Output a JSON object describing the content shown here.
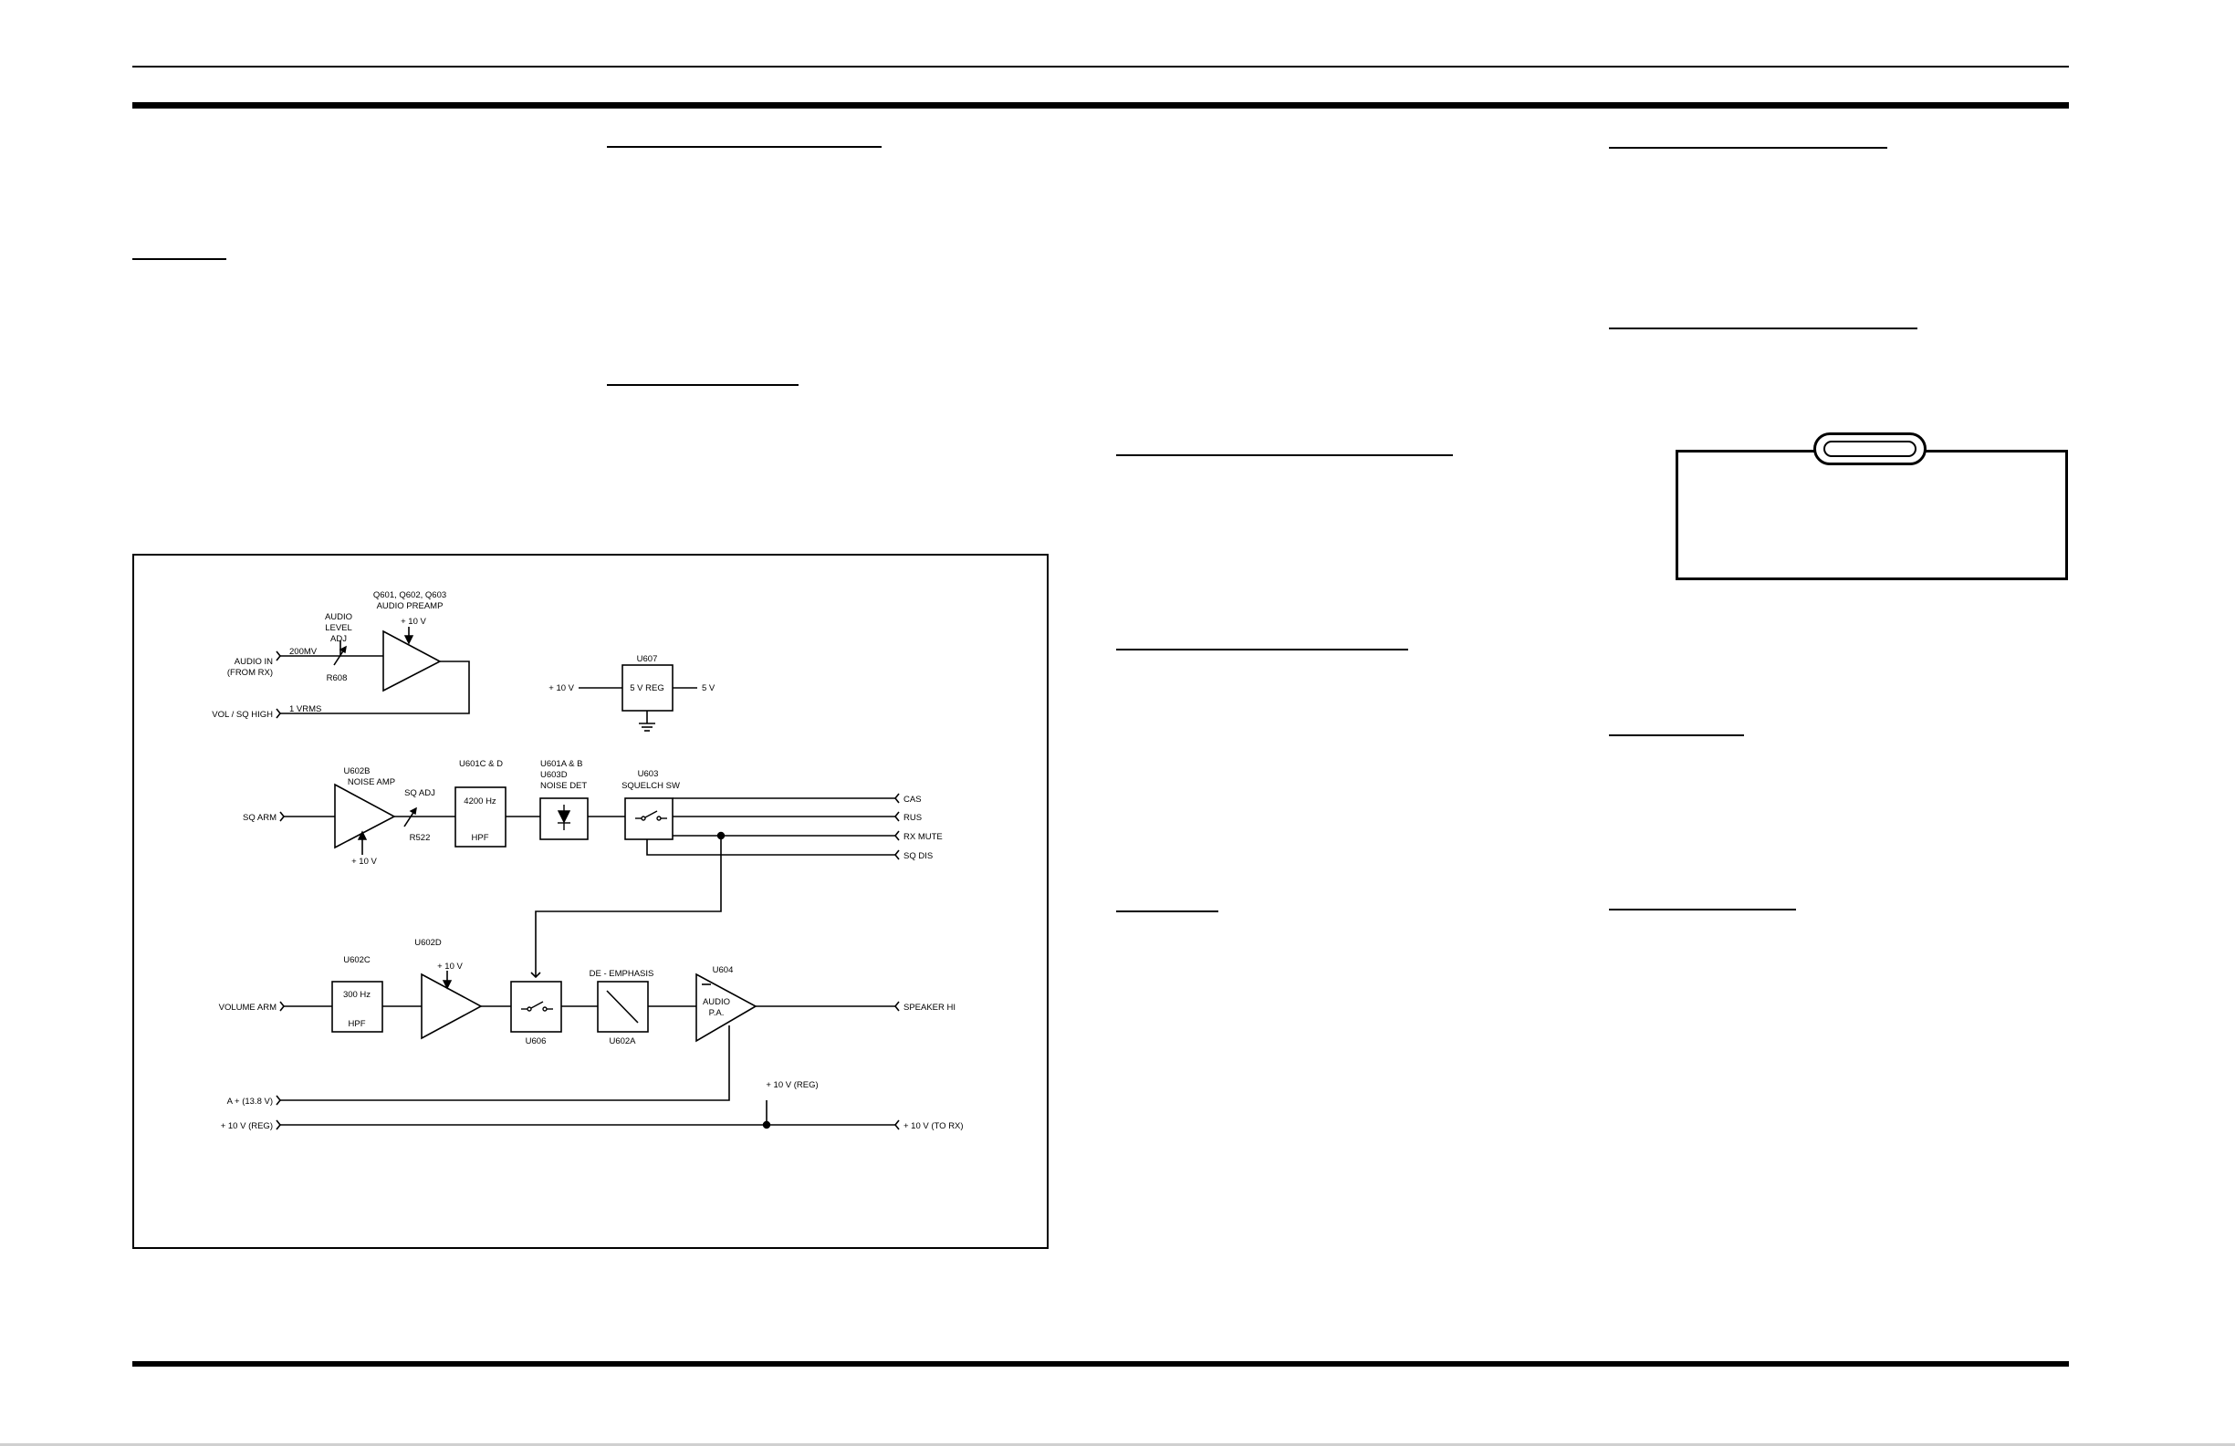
{
  "diagram": {
    "preamp_block": {
      "title_line1": "Q601, Q602, Q603",
      "title_line2": "AUDIO PREAMP",
      "supply": "+ 10 V"
    },
    "audio_level_adj": {
      "line1": "AUDIO",
      "line2": "LEVEL",
      "line3": "ADJ",
      "ref": "R608"
    },
    "audio_in": {
      "line1": "AUDIO IN",
      "line2": "(FROM RX)",
      "level": "200MV"
    },
    "vol_sq_high": {
      "label": "VOL / SQ HIGH",
      "level": "1 VRMS"
    },
    "regulator": {
      "ref": "U607",
      "body": "5 V REG",
      "input": "+ 10 V",
      "output": "5 V"
    },
    "noise_amp": {
      "ref": "U602B",
      "name": "NOISE AMP",
      "supply": "+ 10 V"
    },
    "sq_arm": {
      "label": "SQ ARM"
    },
    "sq_adj": {
      "label": "SQ ADJ",
      "ref": "R522"
    },
    "hpf_4200": {
      "ref": "U601C & D",
      "line1": "4200 Hz",
      "line2": "HPF"
    },
    "noise_det": {
      "ref1": "U601A & B",
      "ref2": "U603D",
      "name": "NOISE DET"
    },
    "squelch_sw": {
      "ref": "U603",
      "name": "SQUELCH SW"
    },
    "outputs": {
      "cas": "CAS",
      "rus": "RUS",
      "rx_mute": "RX MUTE",
      "sq_dis": "SQ DIS"
    },
    "volume_arm": {
      "label": "VOLUME ARM"
    },
    "hpf_300": {
      "ref": "U602C",
      "line1": "300 Hz",
      "line2": "HPF"
    },
    "buffer_amp": {
      "ref": "U602D",
      "supply": "+ 10 V"
    },
    "mute_switch": {
      "ref": "U606"
    },
    "de_emphasis": {
      "label": "DE - EMPHASIS",
      "ref": "U602A"
    },
    "audio_pa": {
      "ref": "U604",
      "line1": "AUDIO",
      "line2": "P.A."
    },
    "speaker": {
      "label": "SPEAKER HI"
    },
    "a_plus": {
      "label": "A + (13.8 V)"
    },
    "reg_10v": {
      "left_label": "+ 10 V (REG)",
      "tap_label": "+ 10 V (REG)",
      "right_label": "+ 10 V (TO RX)"
    }
  }
}
